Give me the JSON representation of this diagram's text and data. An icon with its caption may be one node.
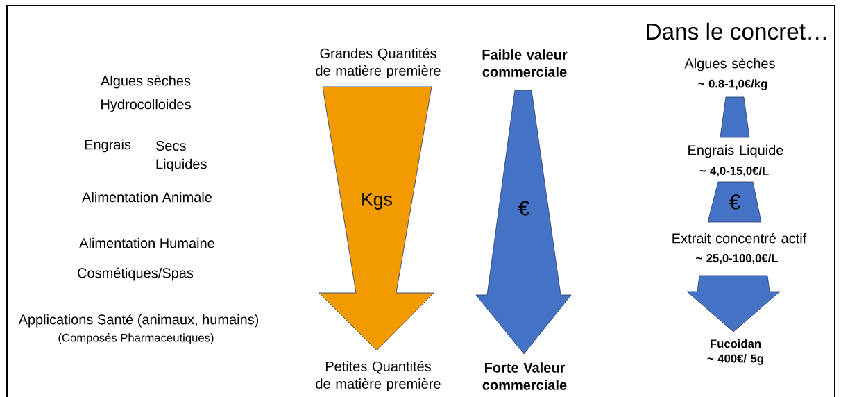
{
  "diagram": {
    "nodes": [
      {
        "text": [
          "Kgs"
        ],
        "beside": [
          "Grandes Quantités de matière première",
          "Petites Quantités de matière première"
        ]
      },
      {
        "text": [
          "€"
        ],
        "beside": [
          "Faible valeur commerciale",
          "Forte Valeur commerciale"
        ]
      },
      {
        "text": [],
        "shape": "trapezoid",
        "beside": [
          "Algues sèches",
          "~ 0.8-1,0€/kg"
        ]
      },
      {
        "text": [
          "€"
        ],
        "beside": [
          "Engrais Liquide",
          "~ 4,0-15,0€/L"
        ]
      },
      {
        "text": [],
        "shape": "arrow",
        "beside": [
          "Extrait concentré actif",
          "~ 25,0-100,0€/L",
          "Fucoidan",
          "~ 400€/ 5g"
        ]
      }
    ],
    "labels": [
      "Algues sèches",
      "Hydrocolloides",
      "Engrais",
      "Secs",
      "Liquides",
      "Alimentation Animale",
      "Alimentation Humaine",
      "Cosmétiques/Spas",
      "Applications Santé (animaux, humains)",
      "(Composés Pharmaceutiques)",
      "Dans le concret…"
    ]
  }
}
